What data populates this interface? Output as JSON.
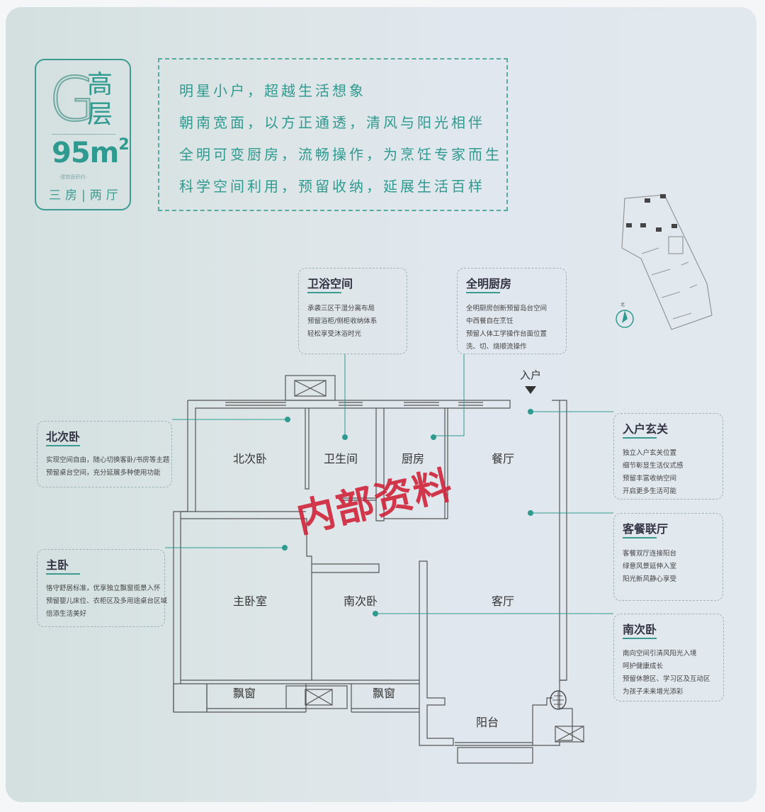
{
  "unit_badge": {
    "type_letter": "G",
    "building_type": "高层",
    "area": "95m",
    "area_unit_sup": "2",
    "area_note": "-建筑面积约-",
    "layout": "三房|两厅"
  },
  "slogan": {
    "lines": [
      "明星小户，超越生活想象",
      "朝南宽面，以方正通透，清风与阳光相伴",
      "全明可变厨房，流畅操作，为烹饪专家而生",
      "科学空间利用，预留收纳，延展生活百样"
    ]
  },
  "callouts": {
    "bathroom": {
      "title": "卫浴空间",
      "lines": [
        "承袭三区干湿分离布局",
        "预留浴柜/侧柜收纳体系",
        "轻松享受沐浴时光"
      ]
    },
    "kitchen": {
      "title": "全明厨房",
      "lines": [
        "全明厨房创新预留岛台空间",
        "中西餐自在烹饪",
        "预留人体工学操作台面位置",
        "洗、切、烧顺流操作"
      ]
    },
    "north_bedroom": {
      "title": "北次卧",
      "lines": [
        "实现空间自由，随心切换客卧/书房等主题",
        "预留桌台空间，充分延展多种使用功能"
      ]
    },
    "master_bedroom": {
      "title": "主卧",
      "lines": [
        "恪守舒居标准，优享独立飘窗揽景入怀",
        "预留婴儿床位、衣柜区及多用途桌台区域",
        "倍添生活美好"
      ]
    },
    "entrance": {
      "title": "入户玄关",
      "lines": [
        "独立入户玄关位置",
        "细节彰显生活仪式感",
        "预留丰富收纳空间",
        "开启更多生活可能"
      ]
    },
    "living_dining": {
      "title": "客餐联厅",
      "lines": [
        "客餐双厅连接阳台",
        "绿意风景延伸入室",
        "阳光新风静心享受"
      ]
    },
    "south_bedroom": {
      "title": "南次卧",
      "lines": [
        "南向空间引清风阳光入境",
        "呵护健康成长",
        "预留休憩区、学习区及互动区",
        "为孩子未来增光添彩"
      ]
    }
  },
  "floorplan": {
    "rooms": {
      "north_bedroom": "北次卧",
      "bathroom": "卫生间",
      "kitchen": "厨房",
      "dining": "餐厅",
      "master_bedroom": "主卧室",
      "south_bedroom": "南次卧",
      "living": "客厅",
      "bay_window_1": "飘窗",
      "bay_window_2": "飘窗",
      "balcony": "阳台"
    },
    "entrance_label": "入户",
    "entrance_icon": "triangle-down-arrow"
  },
  "site_plan": {
    "north_label": "北",
    "compass_icon": "compass"
  },
  "watermark": "内部资料",
  "colors": {
    "accent": "#2f9a8f",
    "wall": "#555555",
    "watermark": "#d0243a",
    "background": "#dfe6ec"
  }
}
